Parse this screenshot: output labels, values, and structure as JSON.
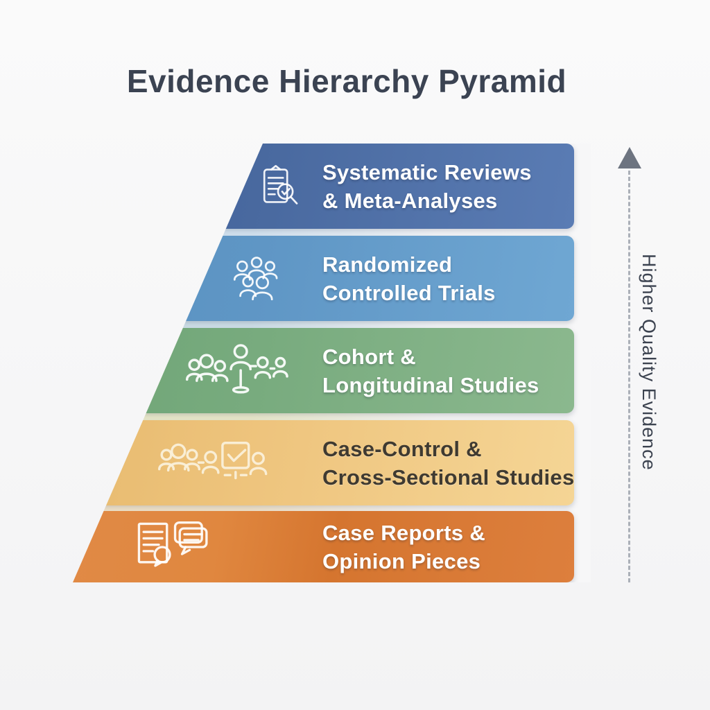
{
  "title": "Evidence Hierarchy Pyramid",
  "axis": {
    "label": "Higher Quality Evidence",
    "line_color": "#abb0b8",
    "arrow_color": "#6d7480",
    "direction": "up"
  },
  "tiers": [
    {
      "rank": 1,
      "name": "Systematic Reviews & Meta-Analyses",
      "lines": [
        "Systematic Reviews",
        "& Meta-Analyses"
      ],
      "icon": "clipboard-checklist-magnifier-icon",
      "color": "#49699f",
      "text_color": "#ffffff"
    },
    {
      "rank": 2,
      "name": "Randomized Controlled Trials",
      "lines": [
        "Randomized",
        "Controlled Trials"
      ],
      "icon": "people-group-icon",
      "color": "#5f96c5",
      "text_color": "#ffffff"
    },
    {
      "rank": 3,
      "name": "Cohort & Longitudinal Studies",
      "lines": [
        "Cohort &",
        "Longitudinal Studies"
      ],
      "icon": "cohort-people-timeline-icon",
      "color": "#78ab7e",
      "text_color": "#ffffff"
    },
    {
      "rank": 4,
      "name": "Case-Control & Cross-Sectional Studies",
      "lines": [
        "Case-Control &",
        "Cross-Sectional Studies"
      ],
      "icon": "people-checkbox-icon",
      "color": "#eec47d",
      "text_color": "#3f3a31"
    },
    {
      "rank": 5,
      "name": "Case Reports & Opinion Pieces",
      "lines": [
        "Case Reports &",
        "Opinion Pieces"
      ],
      "icon": "document-speech-bubbles-icon",
      "color": "#dd7f3d",
      "text_color": "#ffffff"
    }
  ]
}
